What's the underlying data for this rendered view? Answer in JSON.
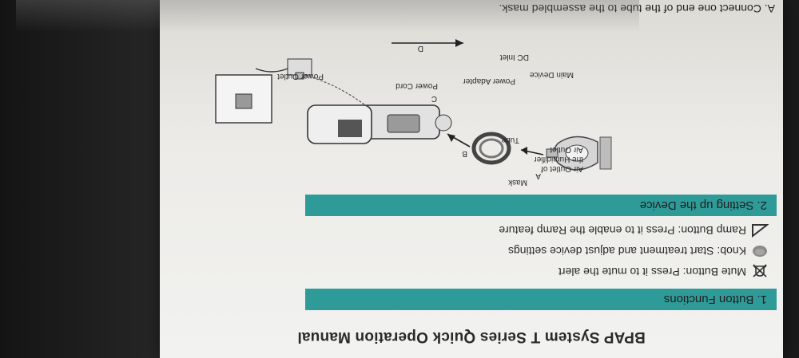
{
  "manual": {
    "title": "BPAP System T Series Quick Operation Manual",
    "section1": "1.  Button Functions",
    "buttons": [
      {
        "icon": "mute-bell-icon",
        "text": "Mute Button: Press it to mute the alert"
      },
      {
        "icon": "knob-icon",
        "text": "Knob: Start treatment and adjust device settings"
      },
      {
        "icon": "ramp-icon",
        "text": "Ramp Button: Press it to enable the Ramp feature"
      }
    ],
    "section2": "2.  Setting up the Device",
    "diagram": {
      "labels": {
        "air_outlet_humidifier_1": "Air Outlet of",
        "air_outlet_humidifier_2": "the Humidifier",
        "air_outlet": "Air Outlet",
        "mask": "Mask",
        "tube": "Tube",
        "main_device": "Main Device",
        "power_adapter": "Power Adapter",
        "dc_inlet": "DC Inlet",
        "power_cord": "Power Cord",
        "power_outlet": "Power Outlet",
        "a": "A",
        "b": "B",
        "c": "C",
        "d": "D"
      }
    },
    "step_a": "A. Connect one end of the tube to the assembled mask."
  },
  "colors": {
    "accent": "#2f9b98",
    "paper": "#eeede9",
    "ink": "#2a2a2a"
  }
}
